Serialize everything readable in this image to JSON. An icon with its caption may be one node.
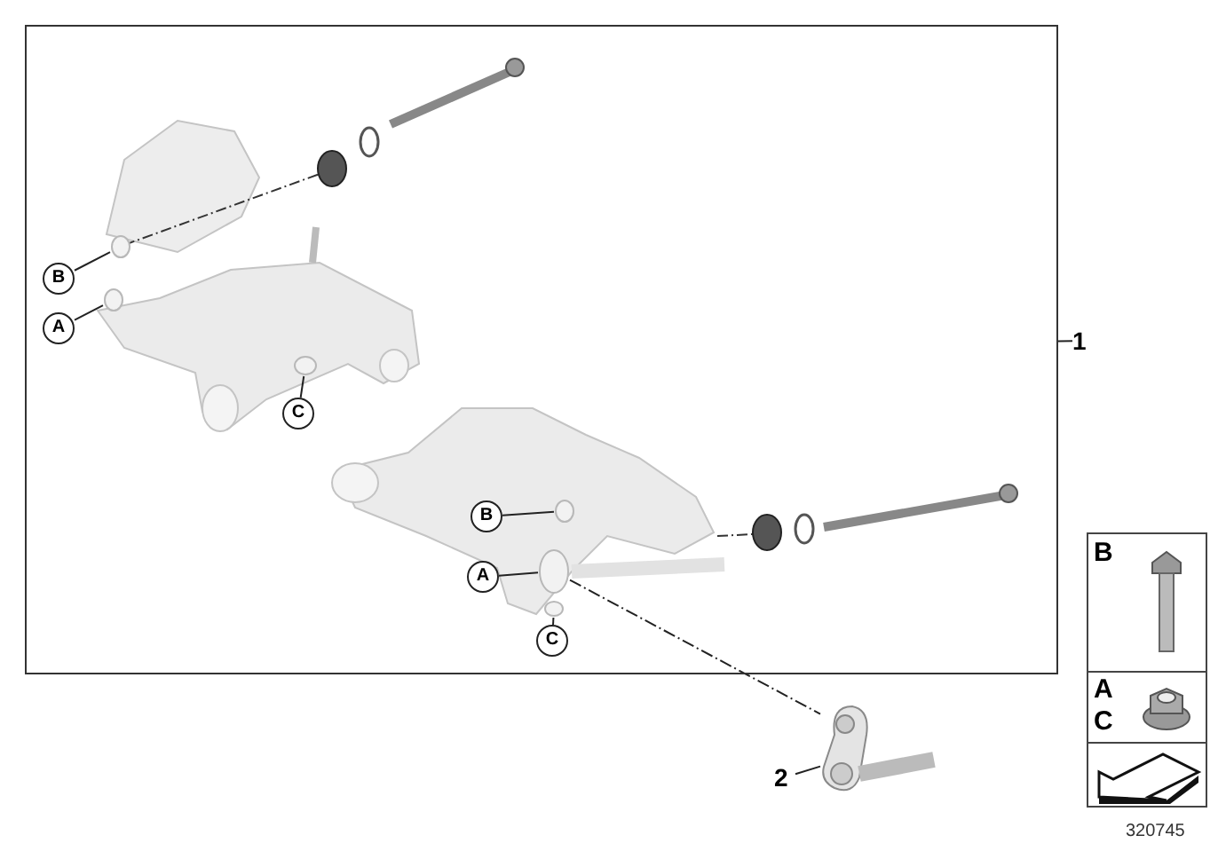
{
  "diagram": {
    "nodes": [
      {
        "text": [],
        "shape": "box"
      },
      {
        "text": [
          "1"
        ]
      },
      {
        "text": [
          "B"
        ],
        "in": 0
      },
      {
        "text": [
          "A"
        ],
        "in": 0
      },
      {
        "text": [
          "C"
        ],
        "in": 0
      },
      {
        "text": [
          "B"
        ],
        "in": 0
      },
      {
        "text": [
          "A"
        ],
        "in": 0
      },
      {
        "text": [
          "C"
        ],
        "in": 0
      },
      {
        "text": [],
        "shape": "picture"
      },
      {
        "text": [
          "2"
        ]
      },
      {
        "text": [],
        "shape": "circle",
        "in": 0
      },
      {
        "text": [],
        "shape": "circle",
        "in": 0
      },
      {
        "text": [],
        "shape": "circle",
        "in": 0
      },
      {
        "text": [],
        "shape": "circle",
        "in": 0
      },
      {
        "text": [],
        "shape": "circle",
        "in": 0
      },
      {
        "text": [],
        "shape": "circle",
        "in": 0
      }
    ],
    "edges": [
      {
        "from": 1,
        "to": 0,
        "arrow": "none"
      },
      {
        "from": 2,
        "to": 10,
        "arrow": "none"
      },
      {
        "from": 3,
        "to": 11,
        "arrow": "none"
      },
      {
        "from": 4,
        "to": 12,
        "arrow": "none"
      },
      {
        "from": 5,
        "to": 13,
        "arrow": "none"
      },
      {
        "from": 6,
        "to": 14,
        "arrow": "none"
      },
      {
        "from": 7,
        "to": 15,
        "arrow": "none"
      },
      {
        "from": 14,
        "to": 8,
        "arrow": "none",
        "style": "dashed"
      },
      {
        "from": 9,
        "to": 8,
        "arrow": "none"
      }
    ],
    "labels": [
      "B",
      "A",
      "C",
      "320745"
    ]
  }
}
